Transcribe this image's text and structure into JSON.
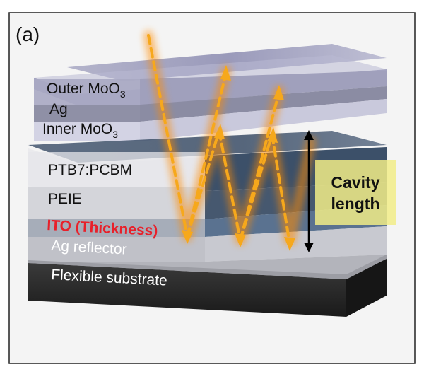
{
  "panel_label": "(a)",
  "layers": {
    "outer_moo3": {
      "text": "Outer MoO",
      "sub": "3"
    },
    "ag": "Ag",
    "inner_moo3": {
      "text": "Inner MoO",
      "sub": "3"
    },
    "ptb7": "PTB7:PCBM",
    "peie": "PEIE",
    "ito": "ITO (Thickness)",
    "ag_reflector": "Ag reflector",
    "substrate": "Flexible substrate"
  },
  "cavity": {
    "line1": "Cavity",
    "line2": "length"
  },
  "colors": {
    "ito_label": "#e8202a",
    "light_path": "#f6a81c",
    "cavity_box": "#f3ee8c",
    "substrate_top": "#2a2a2a",
    "reflector": "#bdbdc4"
  }
}
